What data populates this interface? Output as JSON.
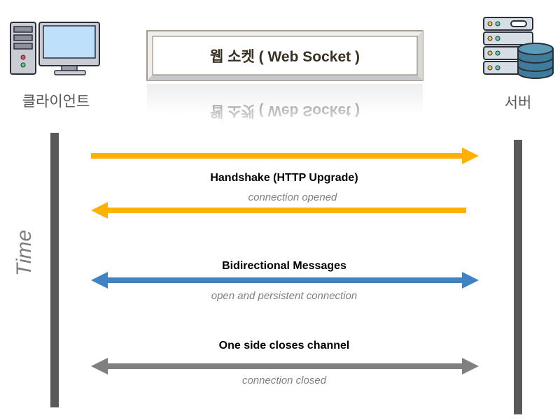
{
  "title": "웹 소켓 ( Web Socket )",
  "client_label": "클라이언트",
  "server_label": "서버",
  "time_label": "Time",
  "colors": {
    "handshake": "#FFB000",
    "bidirectional": "#3F83C4",
    "close": "#808080",
    "timeline": "#595959"
  },
  "icons": {
    "client": "desktop-computer-icon",
    "server": "server-database-icon"
  },
  "messages": [
    {
      "label": "Handshake (HTTP Upgrade)",
      "sublabel": "connection opened"
    },
    {
      "label": "Bidirectional Messages",
      "sublabel": "open and persistent connection"
    },
    {
      "label": "One side closes channel",
      "sublabel": "connection closed"
    }
  ]
}
